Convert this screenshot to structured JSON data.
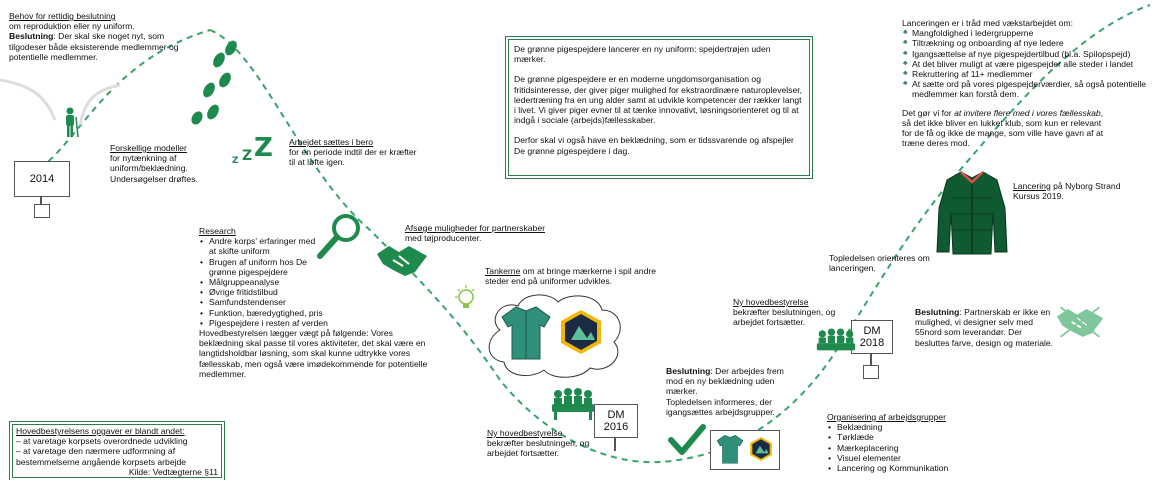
{
  "colors": {
    "accent": "#1e8a4e",
    "dark_green": "#0f5a30",
    "path": "#3aa36a"
  },
  "milestones": [
    {
      "label": "2014"
    },
    {
      "line1": "DM",
      "line2": "2016"
    },
    {
      "line1": "DM",
      "line2": "2018"
    }
  ],
  "behov": {
    "title": "Behov for rettidig beslutning",
    "line2": "om reproduktion eller ny uniform.",
    "beslutning_label": "Beslutning",
    "beslutning_text": ": Der skal ske noget nyt, som tilgodeser både eksisterende medlemmer og potentielle medlemmer."
  },
  "modeller": {
    "title": "Forskellige modeller",
    "text": "for nytænkning af uniform/beklædning. Undersøgelser drøftes."
  },
  "bero": {
    "title": "Arbejdet sættes i bero",
    "text": "for en periode indtil der er kræfter til at løfte igen."
  },
  "research": {
    "title": "Research",
    "items": [
      "Andre korps' erfaringer med at skifte uniform",
      "Brugen af uniform hos De grønne pigespejdere",
      "Målgruppeanalyse",
      "Øvrige fritidstilbud",
      "Samfundstendenser",
      "Funktion, bæredygtighed, pris",
      "Pigespejdere i resten af verden"
    ],
    "weight_text": "Hovedbestyrelsen lægger vægt på følgende: Vores beklædning skal passe til vores aktiviteter, det skal være en langtidsholdbar løsning, som skal kunne udtrykke vores fællesskab, men også være imødekommende for potentielle medlemmer."
  },
  "partner": {
    "title": "Afsøge muligheder for partnerskaber",
    "text": "med tøjproducenter."
  },
  "tanker": {
    "title": "Tankerne",
    "text": " om at bringe mærkerne i spil andre steder end på uniformer udvikles."
  },
  "center_box": {
    "p1": "De grønne pigespejdere lancerer en ny uniform: spejdertrøjen uden mærker.",
    "p2": "De grønne pigespejdere er en moderne ungdomsorganisation og fritidsinteresse, der giver piger mulighed for ekstraordinære naturoplevelser, ledertræning fra en ung alder samt at udvikle kompetencer der rækker langt i livet. Vi giver piger evner til at tænke innovativt, løsningsorienteret og til at indgå i sociale (arbejds)fællesskaber.",
    "p3": "Derfor skal vi også have en beklædning, som er tidssvarende og afspejler De grønne pigespejdere i dag."
  },
  "hb_opgaver": {
    "title": "Hovedbestyrelsens opgaver er blandt andet:",
    "line1": "– at varetage korpsets overordnede udvikling",
    "line2": "– at varetage den nærmere udformning af bestemmelserne angående korpsets arbejde",
    "source": "Kilde: Vedtægterne §11"
  },
  "ny_hb_2016": {
    "title": "Ny hovedbestyrelse",
    "text": "bekræfter beslutningen, og arbejdet fortsætter."
  },
  "beslutning_mid": {
    "label": "Beslutning",
    "text": ": Der arbejdes frem mod en ny beklædning uden mærker.",
    "text2": "Topledelsen informeres, der igangsættes arbejdsgrupper."
  },
  "ny_hb_2018": {
    "title": "Ny hovedbestyrelse",
    "text": "bekræfter beslutningen, og arbejdet fortsætter."
  },
  "organisering": {
    "title": "Organisering af arbejdsgrupper",
    "items": [
      "Beklædning",
      "Tørklæde",
      "Mærkeplacering",
      "Visuel elementer",
      "Lancering og Kommunikation"
    ]
  },
  "topledelsen": {
    "text": "Topledelsen orienteres om lanceringen."
  },
  "beslutning_right": {
    "label": "Beslutning",
    "text": ": Partnerskab er ikke en mulighed, vi designer selv med 55nord som leverandør. Der besluttes farve, design og materiale."
  },
  "lancering_top": {
    "intro": "Lanceringen er i tråd med vækstarbejdet om:",
    "items": [
      "Mangfoldighed i ledergrupperne",
      "Tiltrækning og onboarding af nye ledere",
      "Igangsættelse af nye pigespejdertilbud (bl.a. Spilopspejd)",
      "At det bliver muligt at være pigespejder alle steder i landet",
      "Rekruttering af 11+ medlemmer",
      "At sætte ord på vores pigespejderværdier, så også potentielle medlemmer kan forstå dem."
    ],
    "p_start": "Det gør vi for ",
    "p_italic": "at invitere flere med i vores fællesskab",
    "p_end": ", så det ikke bliver en lukket klub, som kun er relevant for de få og ikke de mange, som ville have gavn af at træne deres mod."
  },
  "lancering_nyborg": {
    "title": "Lancering",
    "text": " på Nyborg Strand Kursus 2019."
  },
  "icons": [
    "hiker-icon",
    "footprints-icon",
    "sleep-zzz-icon",
    "magnifier-icon",
    "handshake-icon",
    "lightbulb-icon",
    "shirt-icon",
    "badge-icon",
    "meeting-icon",
    "checkmark-icon",
    "jacket-icon"
  ]
}
